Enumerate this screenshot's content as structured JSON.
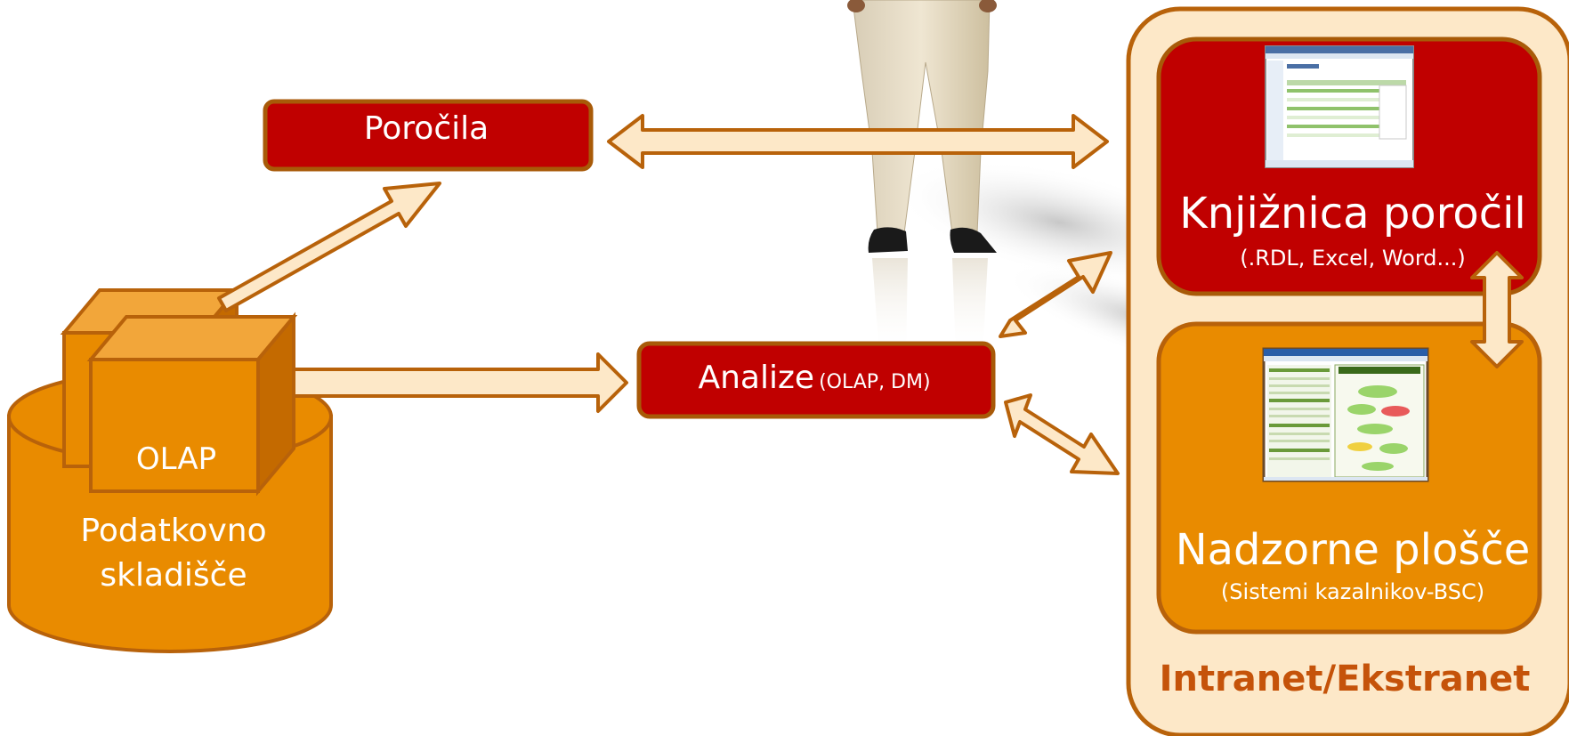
{
  "reports": {
    "label": "Poročila"
  },
  "analyses": {
    "label": "Analize",
    "detail": "(OLAP, DM)"
  },
  "warehouse": {
    "cube_label": "OLAP",
    "label": "Podatkovno skladišče"
  },
  "report_library": {
    "title": "Knjižnica poročil",
    "subtitle": "(.RDL, Excel, Word...)"
  },
  "dashboards": {
    "title": "Nadzorne plošče",
    "subtitle": "(Sistemi kazalnikov-BSC)"
  },
  "portal": {
    "label": "Intranet/Ekstranet"
  },
  "colors": {
    "red_box": "#c00000",
    "orange": "#e98b00",
    "orange_dark": "#c46a00",
    "cream": "#fde8c8",
    "outline": "#b8620a"
  }
}
